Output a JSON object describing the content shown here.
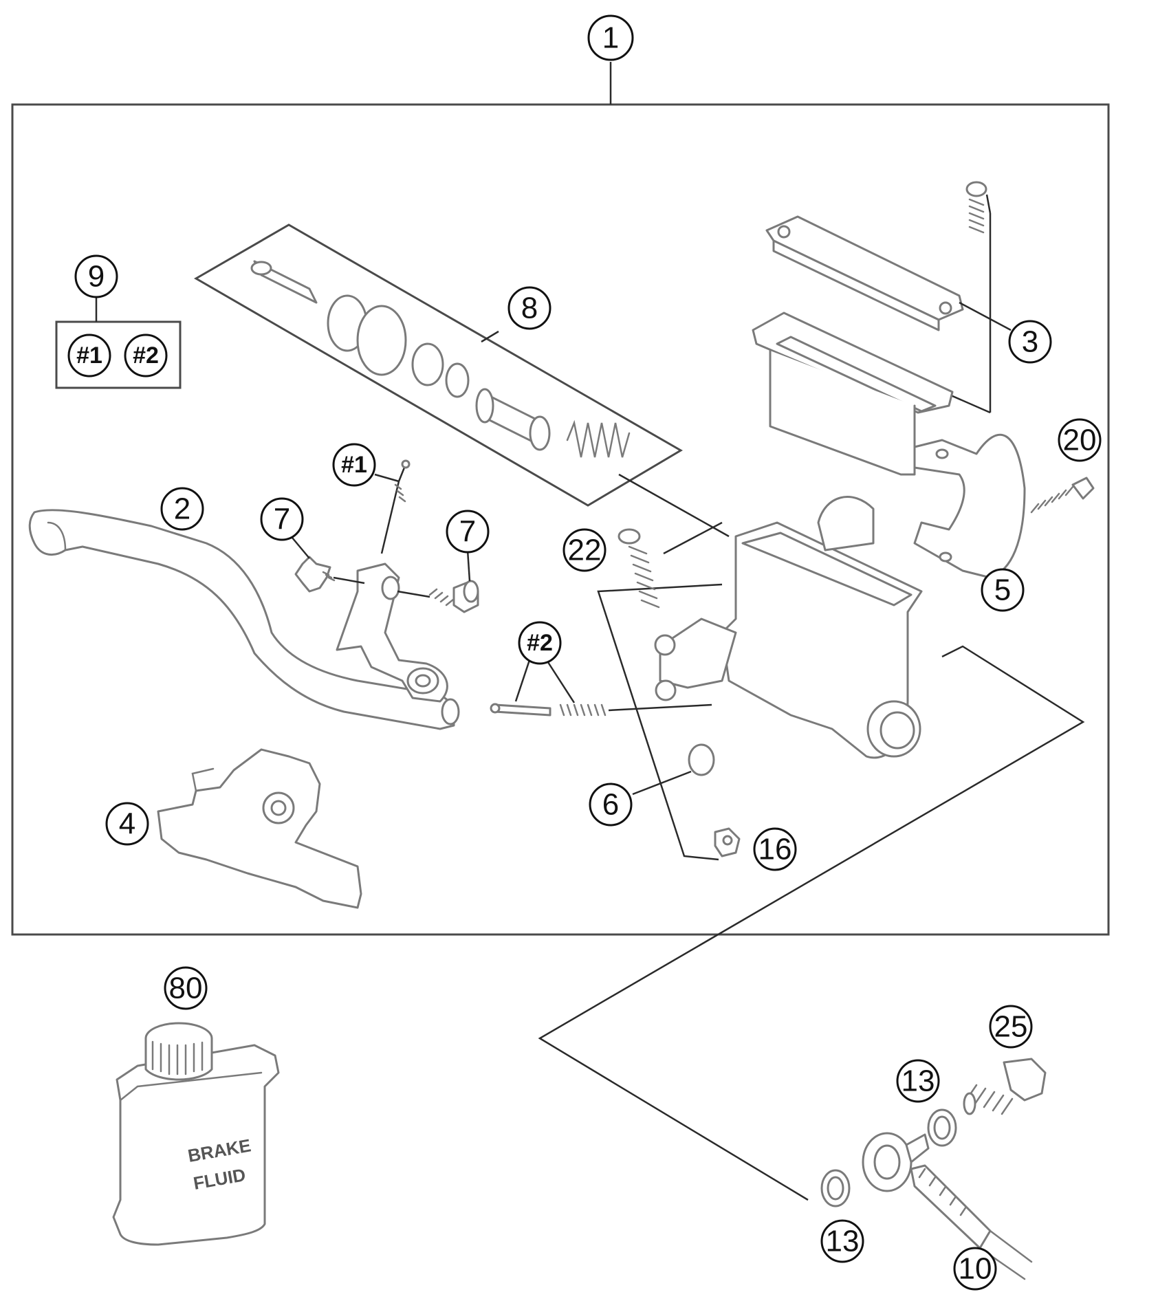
{
  "callouts": {
    "c1": "1",
    "c2": "2",
    "c3": "3",
    "c4": "4",
    "c5": "5",
    "c6": "6",
    "c7a": "7",
    "c7b": "7",
    "c8": "8",
    "c9": "9",
    "c10": "10",
    "c13a": "13",
    "c13b": "13",
    "c16": "16",
    "c20": "20",
    "c22": "22",
    "c25": "25",
    "c80": "80",
    "h1_kit": "#1",
    "h2_kit": "#2",
    "h1_lever": "#1",
    "h2_pin": "#2"
  },
  "bottle": {
    "line1": "BRAKE",
    "line2": "FLUID"
  }
}
